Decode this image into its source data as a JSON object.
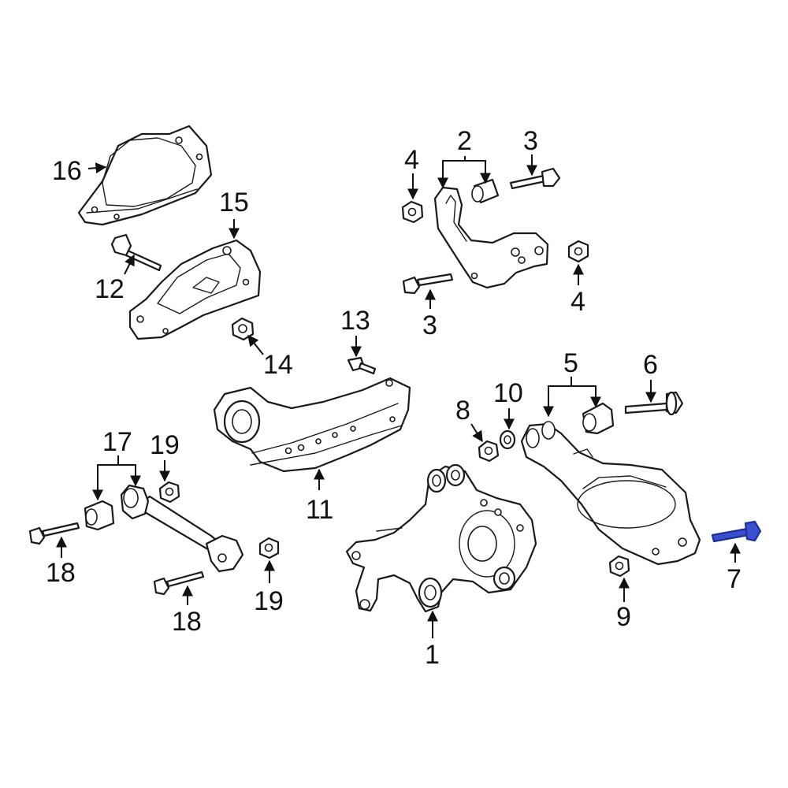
{
  "diagram": {
    "highlight_color": "#3a4fd0",
    "line_color": "#1a1a1a",
    "background": "#ffffff",
    "callouts": {
      "c1": "1",
      "c2": "2",
      "c3a": "3",
      "c3b": "3",
      "c4a": "4",
      "c4b": "4",
      "c5": "5",
      "c6": "6",
      "c7": "7",
      "c8": "8",
      "c9": "9",
      "c10": "10",
      "c11": "11",
      "c12": "12",
      "c13": "13",
      "c14": "14",
      "c15": "15",
      "c16": "16",
      "c17": "17",
      "c18a": "18",
      "c18b": "18",
      "c19a": "19",
      "c19b": "19"
    },
    "highlighted_part": "7"
  }
}
